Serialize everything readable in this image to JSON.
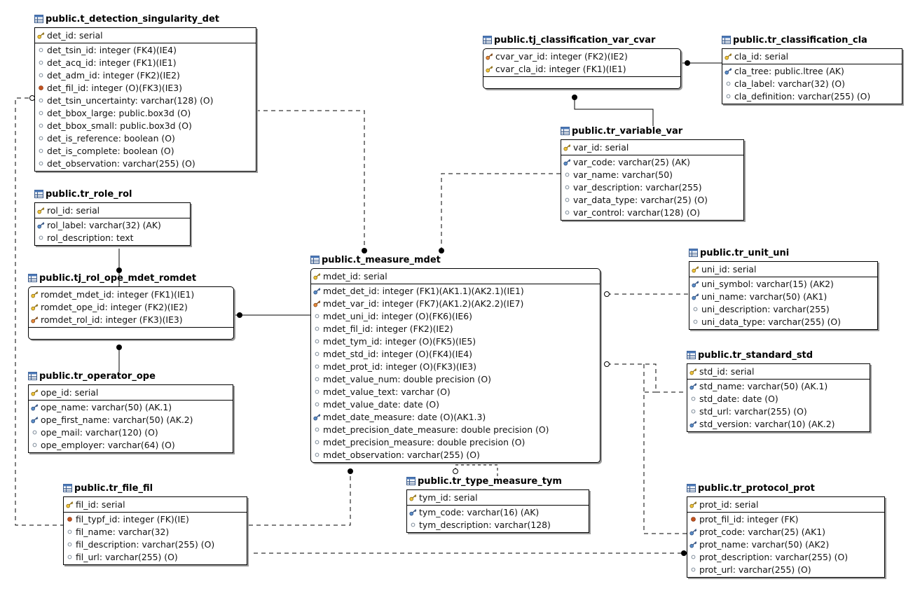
{
  "entities": [
    {
      "key": "det",
      "title": "public.t_detection_singularity_det",
      "pk": [
        {
          "icon": "key-icon",
          "text": "det_id: serial"
        }
      ],
      "attrs": [
        {
          "icon": "nullable-dot-icon",
          "text": "det_tsin_id: integer (FK4)(IE4)"
        },
        {
          "icon": "nullable-dot-icon",
          "text": "det_acq_id: integer (FK1)(IE1)"
        },
        {
          "icon": "nullable-dot-icon",
          "text": "det_adm_id: integer (FK2)(IE2)"
        },
        {
          "icon": "fk-dot-icon",
          "text": "det_fil_id: integer (O)(FK3)(IE3)"
        },
        {
          "icon": "nullable-dot-icon",
          "text": "det_tsin_uncertainty: varchar(128) (O)"
        },
        {
          "icon": "nullable-dot-icon",
          "text": "det_bbox_large: public.box3d (O)"
        },
        {
          "icon": "nullable-dot-icon",
          "text": "det_bbox_small: public.box3d (O)"
        },
        {
          "icon": "nullable-dot-icon",
          "text": "det_is_reference: boolean (O)"
        },
        {
          "icon": "nullable-dot-icon",
          "text": "det_is_complete: boolean (O)"
        },
        {
          "icon": "nullable-dot-icon",
          "text": "det_observation: varchar(255) (O)"
        }
      ]
    },
    {
      "key": "rol",
      "title": "public.tr_role_rol",
      "pk": [
        {
          "icon": "key-icon",
          "text": "rol_id: serial"
        }
      ],
      "attrs": [
        {
          "icon": "alt-key-icon",
          "text": "rol_label: varchar(32) (AK)"
        },
        {
          "icon": "nullable-dot-icon",
          "text": "rol_description: text"
        }
      ]
    },
    {
      "key": "romdet",
      "title": "public.tj_rol_ope_mdet_romdet",
      "pk": [
        {
          "icon": "key-icon",
          "text": "romdet_mdet_id: integer (FK1)(IE1)"
        },
        {
          "icon": "key-icon",
          "text": "romdet_ope_id: integer (FK2)(IE2)"
        },
        {
          "icon": "fk-key-icon",
          "text": "romdet_rol_id: integer (FK3)(IE3)"
        }
      ],
      "attrs": []
    },
    {
      "key": "ope",
      "title": "public.tr_operator_ope",
      "pk": [
        {
          "icon": "key-icon",
          "text": "ope_id: serial"
        }
      ],
      "attrs": [
        {
          "icon": "alt-key-icon",
          "text": "ope_name: varchar(50) (AK.1)"
        },
        {
          "icon": "alt-key-icon",
          "text": "ope_first_name: varchar(50) (AK.2)"
        },
        {
          "icon": "nullable-dot-icon",
          "text": "ope_mail: varchar(120) (O)"
        },
        {
          "icon": "nullable-dot-icon",
          "text": "ope_employer: varchar(64) (O)"
        }
      ]
    },
    {
      "key": "fil",
      "title": "public.tr_file_fil",
      "pk": [
        {
          "icon": "key-icon",
          "text": "fil_id: serial"
        }
      ],
      "attrs": [
        {
          "icon": "fk-dot-icon",
          "text": "fil_typf_id: integer (FK)(IE)"
        },
        {
          "icon": "nullable-dot-icon",
          "text": "fil_name: varchar(32)"
        },
        {
          "icon": "nullable-dot-icon",
          "text": "fil_description: varchar(255) (O)"
        },
        {
          "icon": "nullable-dot-icon",
          "text": "fil_url: varchar(255) (O)"
        }
      ]
    },
    {
      "key": "mdet",
      "title": "public.t_measure_mdet",
      "pk": [
        {
          "icon": "key-icon",
          "text": "mdet_id: serial"
        }
      ],
      "attrs": [
        {
          "icon": "alt-key-icon",
          "text": "mdet_det_id: integer (FK1)(AK1.1)(AK2.1)(IE1)"
        },
        {
          "icon": "fk-key-icon",
          "text": "mdet_var_id: integer (FK7)(AK1.2)(AK2.2)(IE7)"
        },
        {
          "icon": "nullable-dot-icon",
          "text": "mdet_uni_id: integer (O)(FK6)(IE6)"
        },
        {
          "icon": "nullable-dot-icon",
          "text": "mdet_fil_id: integer (FK2)(IE2)"
        },
        {
          "icon": "nullable-dot-icon",
          "text": "mdet_tym_id: integer (O)(FK5)(IE5)"
        },
        {
          "icon": "nullable-dot-icon",
          "text": "mdet_std_id: integer (O)(FK4)(IE4)"
        },
        {
          "icon": "nullable-dot-icon",
          "text": "mdet_prot_id: integer (O)(FK3)(IE3)"
        },
        {
          "icon": "nullable-dot-icon",
          "text": "mdet_value_num: double precision (O)"
        },
        {
          "icon": "nullable-dot-icon",
          "text": "mdet_value_text: varchar (O)"
        },
        {
          "icon": "nullable-dot-icon",
          "text": "mdet_value_date: date (O)"
        },
        {
          "icon": "alt-key-icon",
          "text": "mdet_date_measure: date (O)(AK1.3)"
        },
        {
          "icon": "nullable-dot-icon",
          "text": "mdet_precision_date_measure: double precision (O)"
        },
        {
          "icon": "nullable-dot-icon",
          "text": "mdet_precision_measure: double precision (O)"
        },
        {
          "icon": "nullable-dot-icon",
          "text": "mdet_observation: varchar(255) (O)"
        }
      ]
    },
    {
      "key": "tym",
      "title": "public.tr_type_measure_tym",
      "pk": [
        {
          "icon": "key-icon",
          "text": "tym_id: serial"
        }
      ],
      "attrs": [
        {
          "icon": "alt-key-icon",
          "text": "tym_code: varchar(16) (AK)"
        },
        {
          "icon": "nullable-dot-icon",
          "text": "tym_description: varchar(128)"
        }
      ]
    },
    {
      "key": "cvar",
      "title": "public.tj_classification_var_cvar",
      "pk": [
        {
          "icon": "fk-key-icon",
          "text": "cvar_var_id: integer (FK2)(IE2)"
        },
        {
          "icon": "key-icon",
          "text": "cvar_cla_id: integer (FK1)(IE1)"
        }
      ],
      "attrs": []
    },
    {
      "key": "cla",
      "title": "public.tr_classification_cla",
      "pk": [
        {
          "icon": "key-icon",
          "text": "cla_id: serial"
        }
      ],
      "attrs": [
        {
          "icon": "alt-key-icon",
          "text": "cla_tree: public.ltree (AK)"
        },
        {
          "icon": "nullable-dot-icon",
          "text": "cla_label: varchar(32) (O)"
        },
        {
          "icon": "nullable-dot-icon",
          "text": "cla_definition: varchar(255) (O)"
        }
      ]
    },
    {
      "key": "var",
      "title": "public.tr_variable_var",
      "pk": [
        {
          "icon": "key-icon",
          "text": "var_id: serial"
        }
      ],
      "attrs": [
        {
          "icon": "alt-key-icon",
          "text": "var_code: varchar(25) (AK)"
        },
        {
          "icon": "nullable-dot-icon",
          "text": "var_name: varchar(50)"
        },
        {
          "icon": "nullable-dot-icon",
          "text": "var_description: varchar(255)"
        },
        {
          "icon": "nullable-dot-icon",
          "text": "var_data_type: varchar(25) (O)"
        },
        {
          "icon": "nullable-dot-icon",
          "text": "var_control: varchar(128) (O)"
        }
      ]
    },
    {
      "key": "uni",
      "title": "public.tr_unit_uni",
      "pk": [
        {
          "icon": "key-icon",
          "text": "uni_id: serial"
        }
      ],
      "attrs": [
        {
          "icon": "alt-key-icon",
          "text": "uni_symbol: varchar(15) (AK2)"
        },
        {
          "icon": "alt-key-icon",
          "text": "uni_name: varchar(50) (AK1)"
        },
        {
          "icon": "nullable-dot-icon",
          "text": "uni_description: varchar(255)"
        },
        {
          "icon": "nullable-dot-icon",
          "text": "uni_data_type: varchar(255) (O)"
        }
      ]
    },
    {
      "key": "std",
      "title": "public.tr_standard_std",
      "pk": [
        {
          "icon": "key-icon",
          "text": "std_id: serial"
        }
      ],
      "attrs": [
        {
          "icon": "alt-key-icon",
          "text": "std_name: varchar(50) (AK.1)"
        },
        {
          "icon": "nullable-dot-icon",
          "text": "std_date: date (O)"
        },
        {
          "icon": "nullable-dot-icon",
          "text": "std_url: varchar(255) (O)"
        },
        {
          "icon": "alt-key-icon",
          "text": "std_version: varchar(10) (AK.2)"
        }
      ]
    },
    {
      "key": "prot",
      "title": "public.tr_protocol_prot",
      "pk": [
        {
          "icon": "key-icon",
          "text": "prot_id: serial"
        }
      ],
      "attrs": [
        {
          "icon": "fk-dot-icon",
          "text": "prot_fil_id: integer (FK)"
        },
        {
          "icon": "alt-key-icon",
          "text": "prot_code: varchar(25) (AK1)"
        },
        {
          "icon": "alt-key-icon",
          "text": "prot_name: varchar(50) (AK2)"
        },
        {
          "icon": "nullable-dot-icon",
          "text": "prot_description: varchar(255) (O)"
        },
        {
          "icon": "nullable-dot-icon",
          "text": "prot_url: varchar(255) (O)"
        }
      ]
    }
  ],
  "relationships": [
    {
      "from": "t_detection_singularity_det",
      "to": "t_measure_mdet",
      "style": "dashed"
    },
    {
      "from": "tr_file_fil",
      "to": "t_detection_singularity_det",
      "style": "dashed"
    },
    {
      "from": "tr_role_rol",
      "to": "tj_rol_ope_mdet_romdet",
      "style": "solid"
    },
    {
      "from": "tr_operator_ope",
      "to": "tj_rol_ope_mdet_romdet",
      "style": "solid"
    },
    {
      "from": "t_measure_mdet",
      "to": "tj_rol_ope_mdet_romdet",
      "style": "solid"
    },
    {
      "from": "tr_file_fil",
      "to": "t_measure_mdet",
      "style": "dashed"
    },
    {
      "from": "tr_variable_var",
      "to": "t_measure_mdet",
      "style": "dashed"
    },
    {
      "from": "tr_variable_var",
      "to": "tj_classification_var_cvar",
      "style": "solid"
    },
    {
      "from": "tr_classification_cla",
      "to": "tj_classification_var_cvar",
      "style": "solid"
    },
    {
      "from": "tr_unit_uni",
      "to": "t_measure_mdet",
      "style": "dashed"
    },
    {
      "from": "tr_standard_std",
      "to": "t_measure_mdet",
      "style": "dashed"
    },
    {
      "from": "tr_protocol_prot",
      "to": "t_measure_mdet",
      "style": "dashed"
    },
    {
      "from": "tr_type_measure_tym",
      "to": "t_measure_mdet",
      "style": "dashed"
    },
    {
      "from": "tr_file_fil",
      "to": "tr_protocol_prot",
      "style": "dashed"
    }
  ]
}
